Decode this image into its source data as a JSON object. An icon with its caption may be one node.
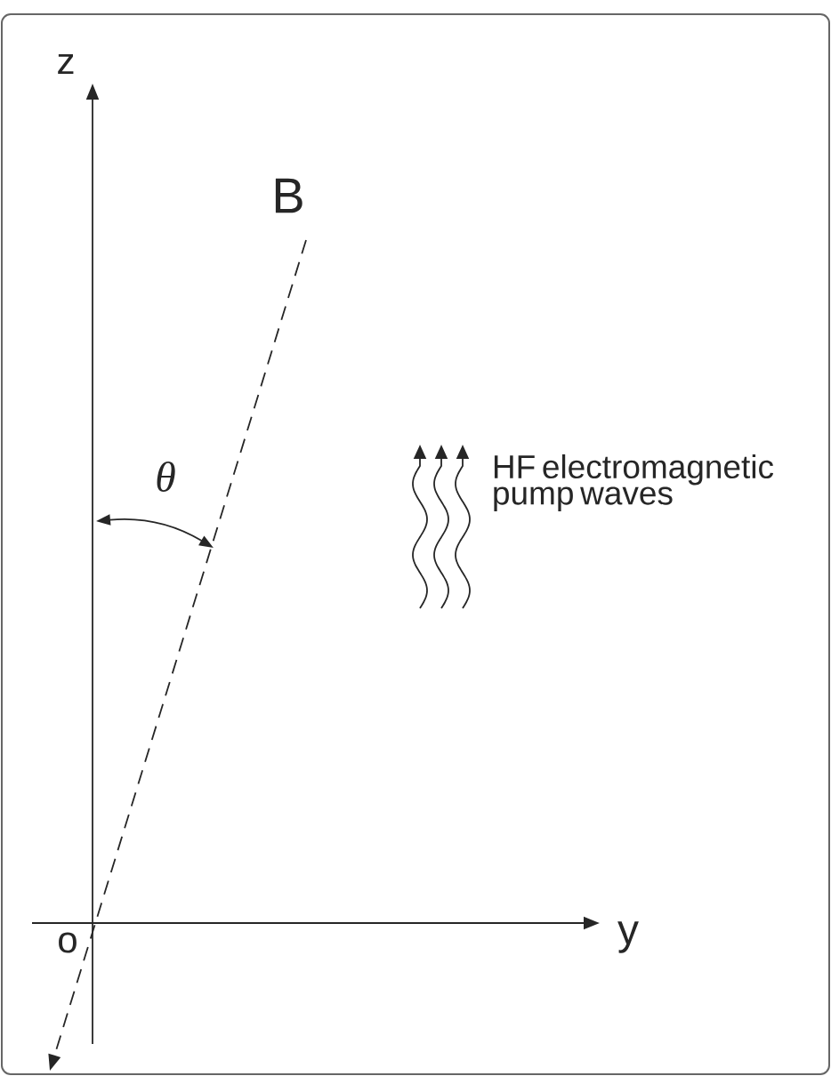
{
  "diagram": {
    "labels": [
      "z",
      "B",
      "θ",
      "HF electromagnetic pump waves",
      "o",
      "y"
    ]
  }
}
